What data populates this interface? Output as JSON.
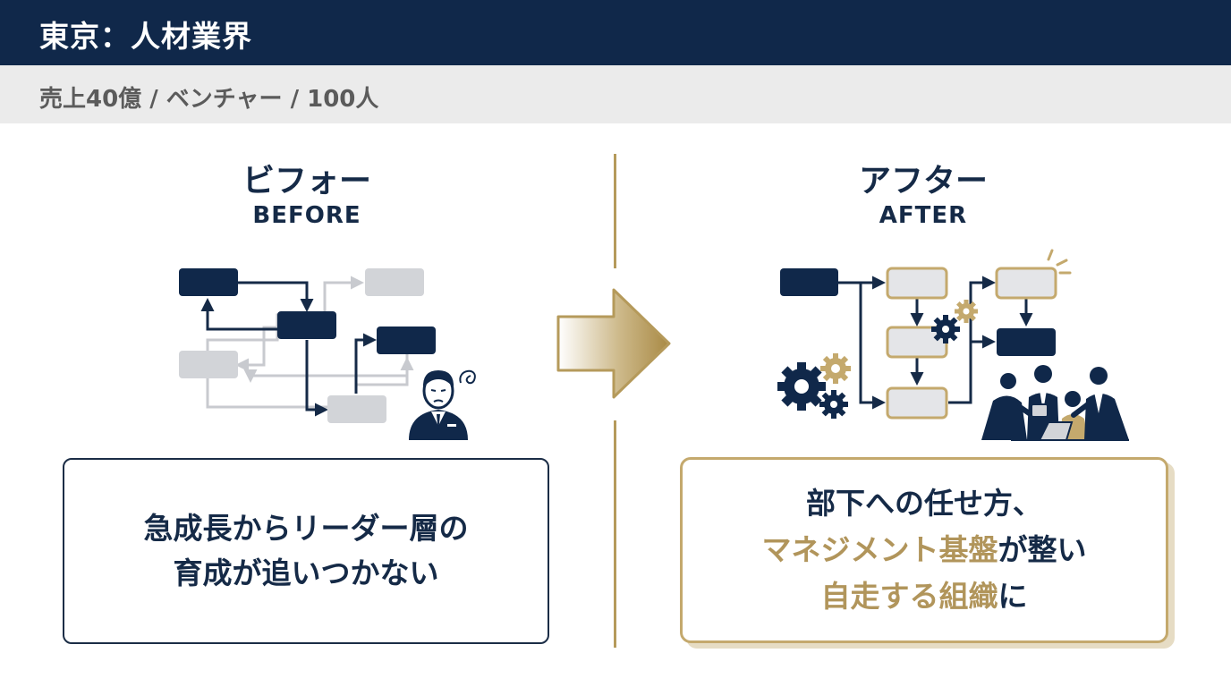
{
  "header": {
    "title": "東京：人材業界"
  },
  "subheader": {
    "text": "売上40億 / ベンチャー / 100人"
  },
  "before": {
    "heading_jp": "ビフォー",
    "heading_en": "BEFORE",
    "message_lines": [
      "急成長からリーダー層の",
      "育成が追いつかない"
    ],
    "illustration": "tangled-flowchart-with-worried-person"
  },
  "after": {
    "heading_jp": "アフター",
    "heading_en": "AFTER",
    "message_line1": "部下への任せ方、",
    "message_line2_highlight": "マネジメント基盤",
    "message_line2_rest": "が整い",
    "message_line3_highlight": "自走する組織",
    "message_line3_rest": "に",
    "illustration": "organized-flowchart-with-gears-and-team"
  },
  "colors": {
    "navy": "#10284a",
    "gold": "#b59a5b",
    "light_gray": "#d2d4d8",
    "subbar_gray": "#ebebeb"
  }
}
